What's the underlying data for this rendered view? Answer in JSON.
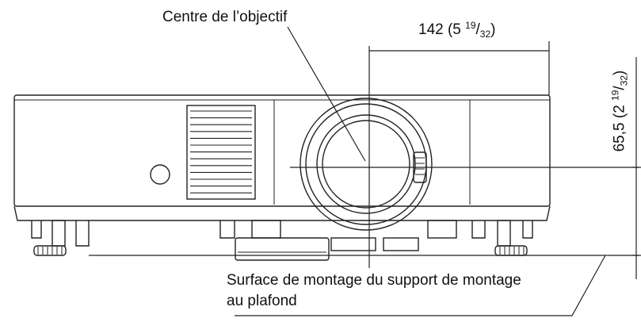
{
  "labels": {
    "lens_center": "Centre de l’objectif",
    "width_value": "142 (5",
    "width_frac_num": "19",
    "width_frac_den": "32",
    "width_close": ")",
    "height_value": "65,5 (2",
    "height_frac_num": "19",
    "height_frac_den": "32",
    "height_close": ")",
    "surface_line1": "Surface de montage du support de montage",
    "surface_line2": "au plafond"
  }
}
